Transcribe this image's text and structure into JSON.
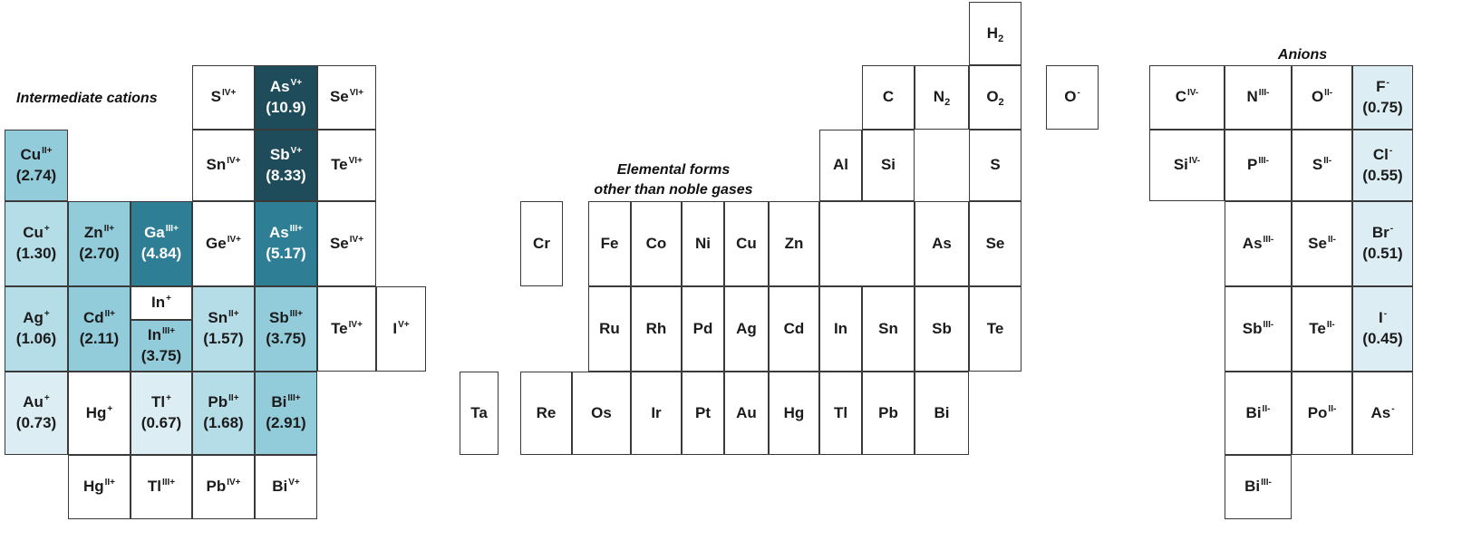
{
  "labels": {
    "intermediate_cations": "Intermediate cations",
    "elemental_forms_line1": "Elemental forms",
    "elemental_forms_line2": "other than noble gases",
    "anions": "Anions"
  },
  "cells": [
    {
      "id": "S-IV",
      "el": "S",
      "sup": "IV+",
      "val": "",
      "shade": "c0"
    },
    {
      "id": "As-V",
      "el": "As",
      "sup": "V+",
      "val": "(10.9)",
      "shade": "c5"
    },
    {
      "id": "Se-VI",
      "el": "Se",
      "sup": "VI+",
      "val": "",
      "shade": "c0"
    },
    {
      "id": "Cu-II",
      "el": "Cu",
      "sup": "II+",
      "val": "(2.74)",
      "shade": "c3"
    },
    {
      "id": "Sn-IV",
      "el": "Sn",
      "sup": "IV+",
      "val": "",
      "shade": "c0"
    },
    {
      "id": "Sb-V",
      "el": "Sb",
      "sup": "V+",
      "val": "(8.33)",
      "shade": "c5"
    },
    {
      "id": "Te-VI",
      "el": "Te",
      "sup": "VI+",
      "val": "",
      "shade": "c0"
    },
    {
      "id": "Cu-I",
      "el": "Cu",
      "sup": "+",
      "val": "(1.30)",
      "shade": "c2"
    },
    {
      "id": "Zn-II",
      "el": "Zn",
      "sup": "II+",
      "val": "(2.70)",
      "shade": "c3"
    },
    {
      "id": "Ga-III",
      "el": "Ga",
      "sup": "III+",
      "val": "(4.84)",
      "shade": "c4"
    },
    {
      "id": "Ge-IV",
      "el": "Ge",
      "sup": "IV+",
      "val": "",
      "shade": "c0"
    },
    {
      "id": "As-III",
      "el": "As",
      "sup": "III+",
      "val": "(5.17)",
      "shade": "c4"
    },
    {
      "id": "Se-IV",
      "el": "Se",
      "sup": "IV+",
      "val": "",
      "shade": "c0"
    },
    {
      "id": "Ag-I",
      "el": "Ag",
      "sup": "+",
      "val": "(1.06)",
      "shade": "c2"
    },
    {
      "id": "Cd-II",
      "el": "Cd",
      "sup": "II+",
      "val": "(2.11)",
      "shade": "c3"
    },
    {
      "id": "In-I",
      "el": "In",
      "sup": "+",
      "val": "",
      "shade": "c0"
    },
    {
      "id": "In-III",
      "el": "In",
      "sup": "III+",
      "val": "(3.75)",
      "shade": "c3"
    },
    {
      "id": "Sn-II",
      "el": "Sn",
      "sup": "II+",
      "val": "(1.57)",
      "shade": "c2"
    },
    {
      "id": "Sb-III",
      "el": "Sb",
      "sup": "III+",
      "val": "(3.75)",
      "shade": "c3"
    },
    {
      "id": "Te-IV",
      "el": "Te",
      "sup": "IV+",
      "val": "",
      "shade": "c0"
    },
    {
      "id": "I-V",
      "el": "I",
      "sup": "V+",
      "val": "",
      "shade": "c0"
    },
    {
      "id": "Au-I",
      "el": "Au",
      "sup": "+",
      "val": "(0.73)",
      "shade": "c1"
    },
    {
      "id": "Hg-I",
      "el": "Hg",
      "sup": "+",
      "val": "",
      "shade": "c0"
    },
    {
      "id": "Tl-I",
      "el": "Tl",
      "sup": "+",
      "val": "(0.67)",
      "shade": "c1"
    },
    {
      "id": "Pb-II",
      "el": "Pb",
      "sup": "II+",
      "val": "(1.68)",
      "shade": "c2"
    },
    {
      "id": "Bi-III",
      "el": "Bi",
      "sup": "III+",
      "val": "(2.91)",
      "shade": "c3"
    },
    {
      "id": "Hg-II",
      "el": "Hg",
      "sup": "II+",
      "val": "",
      "shade": "c0"
    },
    {
      "id": "Tl-III",
      "el": "Tl",
      "sup": "III+",
      "val": "",
      "shade": "c0"
    },
    {
      "id": "Pb-IV",
      "el": "Pb",
      "sup": "IV+",
      "val": "",
      "shade": "c0"
    },
    {
      "id": "Bi-V",
      "el": "Bi",
      "sup": "V+",
      "val": "",
      "shade": "c0"
    },
    {
      "id": "H2",
      "el": "H",
      "sub": "2",
      "shade": "c0"
    },
    {
      "id": "C",
      "el": "C",
      "shade": "c0"
    },
    {
      "id": "N2",
      "el": "N",
      "sub": "2",
      "shade": "c0"
    },
    {
      "id": "O2",
      "el": "O",
      "sub": "2",
      "shade": "c0"
    },
    {
      "id": "Al",
      "el": "Al",
      "shade": "c0"
    },
    {
      "id": "Si",
      "el": "Si",
      "shade": "c0"
    },
    {
      "id": "S",
      "el": "S",
      "shade": "c0"
    },
    {
      "id": "Cr",
      "el": "Cr",
      "shade": "c0"
    },
    {
      "id": "Fe",
      "el": "Fe",
      "shade": "c0"
    },
    {
      "id": "Co",
      "el": "Co",
      "shade": "c0"
    },
    {
      "id": "Ni",
      "el": "Ni",
      "shade": "c0"
    },
    {
      "id": "Cu",
      "el": "Cu",
      "shade": "c0"
    },
    {
      "id": "Zn",
      "el": "Zn",
      "shade": "c0"
    },
    {
      "id": "Ga-empty",
      "el": "",
      "shade": "c0"
    },
    {
      "id": "As",
      "el": "As",
      "shade": "c0"
    },
    {
      "id": "Se",
      "el": "Se",
      "shade": "c0"
    },
    {
      "id": "Ru",
      "el": "Ru",
      "shade": "c0"
    },
    {
      "id": "Rh",
      "el": "Rh",
      "shade": "c0"
    },
    {
      "id": "Pd",
      "el": "Pd",
      "shade": "c0"
    },
    {
      "id": "Ag",
      "el": "Ag",
      "shade": "c0"
    },
    {
      "id": "Cd",
      "el": "Cd",
      "shade": "c0"
    },
    {
      "id": "In",
      "el": "In",
      "shade": "c0"
    },
    {
      "id": "Sn",
      "el": "Sn",
      "shade": "c0"
    },
    {
      "id": "Sb",
      "el": "Sb",
      "shade": "c0"
    },
    {
      "id": "Te",
      "el": "Te",
      "shade": "c0"
    },
    {
      "id": "Ta",
      "el": "Ta",
      "shade": "c0"
    },
    {
      "id": "Re",
      "el": "Re",
      "shade": "c0"
    },
    {
      "id": "Os",
      "el": "Os",
      "shade": "c0"
    },
    {
      "id": "Ir",
      "el": "Ir",
      "shade": "c0"
    },
    {
      "id": "Pt",
      "el": "Pt",
      "shade": "c0"
    },
    {
      "id": "Au",
      "el": "Au",
      "shade": "c0"
    },
    {
      "id": "Hg",
      "el": "Hg",
      "shade": "c0"
    },
    {
      "id": "Tl",
      "el": "Tl",
      "shade": "c0"
    },
    {
      "id": "Pb",
      "el": "Pb",
      "shade": "c0"
    },
    {
      "id": "Bi",
      "el": "Bi",
      "shade": "c0"
    },
    {
      "id": "O-minus",
      "el": "O",
      "sup": "-",
      "shade": "c0"
    },
    {
      "id": "C-IVminus",
      "el": "C",
      "sup": "IV-",
      "shade": "c0"
    },
    {
      "id": "N-IIIminus",
      "el": "N",
      "sup": "III-",
      "shade": "c0"
    },
    {
      "id": "O-IIminus",
      "el": "O",
      "sup": "II-",
      "shade": "c0"
    },
    {
      "id": "F-minus",
      "el": "F",
      "sup": "-",
      "val": "(0.75)",
      "shade": "c1"
    },
    {
      "id": "Si-IVminus",
      "el": "Si",
      "sup": "IV-",
      "shade": "c0"
    },
    {
      "id": "P-IIIminus",
      "el": "P",
      "sup": "III-",
      "shade": "c0"
    },
    {
      "id": "S-IIminus",
      "el": "S",
      "sup": "II-",
      "shade": "c0"
    },
    {
      "id": "Cl-minus",
      "el": "Cl",
      "sup": "-",
      "val": "(0.55)",
      "shade": "c1"
    },
    {
      "id": "As-IIIminus",
      "el": "As",
      "sup": "III-",
      "shade": "c0"
    },
    {
      "id": "Se-IIminus",
      "el": "Se",
      "sup": "II-",
      "shade": "c0"
    },
    {
      "id": "Br-minus",
      "el": "Br",
      "sup": "-",
      "val": "(0.51)",
      "shade": "c1"
    },
    {
      "id": "Sb-IIIminus",
      "el": "Sb",
      "sup": "III-",
      "shade": "c0"
    },
    {
      "id": "Te-IIminus",
      "el": "Te",
      "sup": "II-",
      "shade": "c0"
    },
    {
      "id": "I-minus",
      "el": "I",
      "sup": "-",
      "val": "(0.45)",
      "shade": "c1"
    },
    {
      "id": "Bi-IIminus",
      "el": "Bi",
      "sup": "II-",
      "shade": "c0"
    },
    {
      "id": "Po-IIminus",
      "el": "Po",
      "sup": "II-",
      "shade": "c0"
    },
    {
      "id": "As-minus",
      "el": "As",
      "sup": "-",
      "shade": "c0"
    },
    {
      "id": "Bi-IIIminus",
      "el": "Bi",
      "sup": "III-",
      "shade": "c0"
    }
  ]
}
